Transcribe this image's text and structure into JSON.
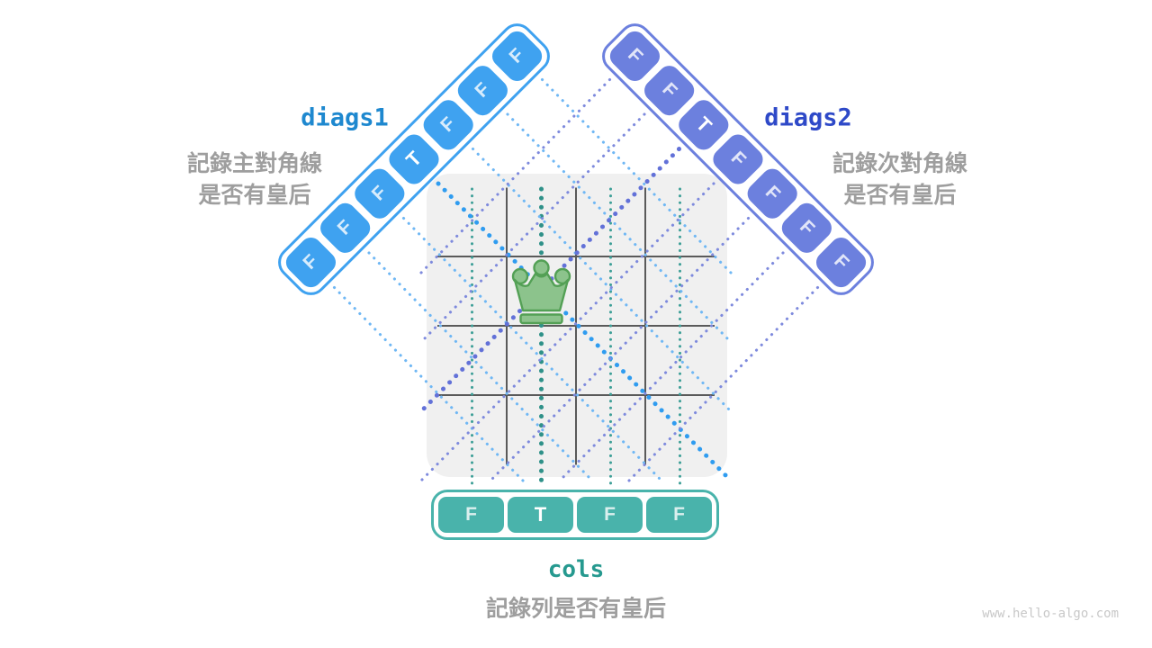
{
  "colors": {
    "blue": "#3FA2F0",
    "indigo": "#6C80DE",
    "teal": "#49B3AB",
    "blue_dot": "#6FB7F4",
    "blue_dot_strong": "#2F9CF0",
    "indigo_dot": "#7E8ADD",
    "indigo_dot_strong": "#6271D8",
    "teal_dot": "#3D9F97",
    "teal_dot_strong": "#2F9189",
    "label_blue": "#1E88CF",
    "label_indigo": "#2E49C8",
    "label_teal": "#26998F",
    "caption_gray": "#9E9E9E",
    "board_bg": "#F0F0F0",
    "grid_line": "#5A5A5A",
    "queen_fill": "#8CC38C",
    "queen_stroke": "#53A055",
    "watermark_gray": "#C8C8C8"
  },
  "board": {
    "rows": 4,
    "cols": 4,
    "queen": {
      "row": 1,
      "col": 1
    }
  },
  "diags1": {
    "label": "diags1",
    "caption_line1": "記錄主對角線",
    "caption_line2": "是否有皇后",
    "values": [
      "F",
      "F",
      "F",
      "T",
      "F",
      "F",
      "F"
    ]
  },
  "diags2": {
    "label": "diags2",
    "caption_line1": "記錄次對角線",
    "caption_line2": "是否有皇后",
    "values": [
      "F",
      "F",
      "T",
      "F",
      "F",
      "F",
      "F"
    ]
  },
  "cols": {
    "label": "cols",
    "caption": "記錄列是否有皇后",
    "values": [
      "F",
      "T",
      "F",
      "F"
    ]
  },
  "watermark": "www.hello-algo.com"
}
